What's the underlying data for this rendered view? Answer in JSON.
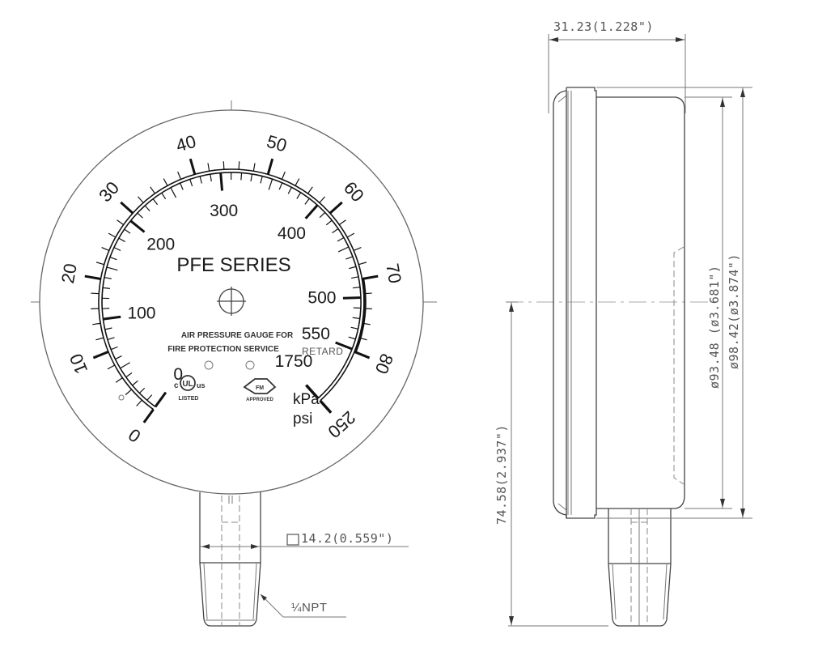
{
  "front_view": {
    "series_title": "PFE SERIES",
    "service_line1": "AIR PRESSURE GAUGE FOR",
    "service_line2": "FIRE PROTECTION SERVICE",
    "retard_label": "RETARD",
    "unit_kpa": "kPa",
    "unit_psi": "psi",
    "psi_labels": [
      "0",
      "10",
      "20",
      "30",
      "40",
      "50",
      "60",
      "70",
      "80",
      "250"
    ],
    "kpa_labels": [
      "0",
      "100",
      "200",
      "300",
      "400",
      "500",
      "550",
      "1750"
    ],
    "ul_logo": {
      "c": "c",
      "mark": "UL",
      "us": "us",
      "caption": "LISTED"
    },
    "fm_logo": {
      "mark": "FM",
      "caption": "APPROVED"
    },
    "connection_label": "¼NPT",
    "square_dim": "14.2(0.559\")"
  },
  "side_view": {
    "depth_dim": "31.23(1.228\")",
    "case_dia_dim": "ø93.48 (ø3.681\")",
    "bezel_dia_dim": "ø98.42(ø3.874\")",
    "height_dim": "74.58(2.937\")"
  },
  "colors": {
    "line": "#444444",
    "dimension": "#777777",
    "dial_ink": "#111111"
  }
}
